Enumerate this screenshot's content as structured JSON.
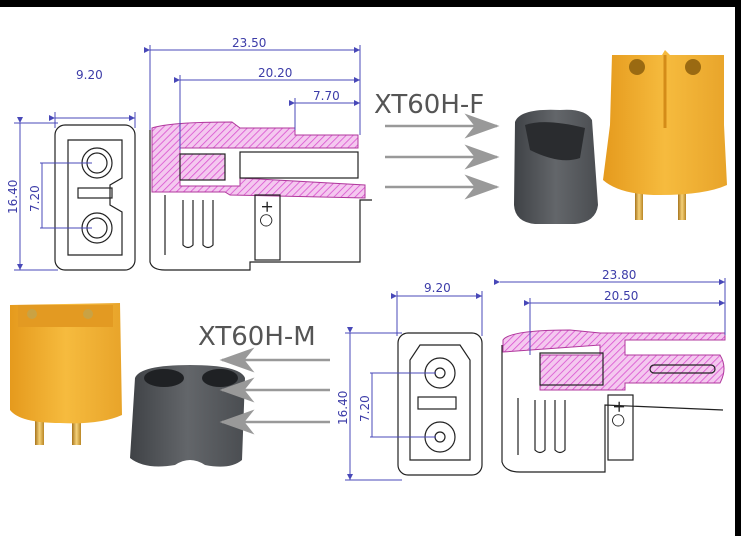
{
  "female": {
    "label": "XT60H-F",
    "front_dims": {
      "width": "9.20",
      "height": "16.40",
      "pitch": "7.20"
    },
    "side_dims": {
      "overall": "23.50",
      "body": "20.20",
      "pin": "7.70"
    },
    "polarity_mark": "+○"
  },
  "male": {
    "label": "XT60H-M",
    "front_dims": {
      "width": "9.20",
      "height": "16.40",
      "pitch": "7.20"
    },
    "side_dims": {
      "overall": "23.80",
      "body": "20.50"
    },
    "polarity_mark": "+○"
  },
  "colors": {
    "connector_yellow": "#f2b233",
    "cap_gray": "#55585c",
    "hatch_pink": "#d94fd0",
    "dimension_blue": "#4848b8",
    "frame": "#000000"
  }
}
